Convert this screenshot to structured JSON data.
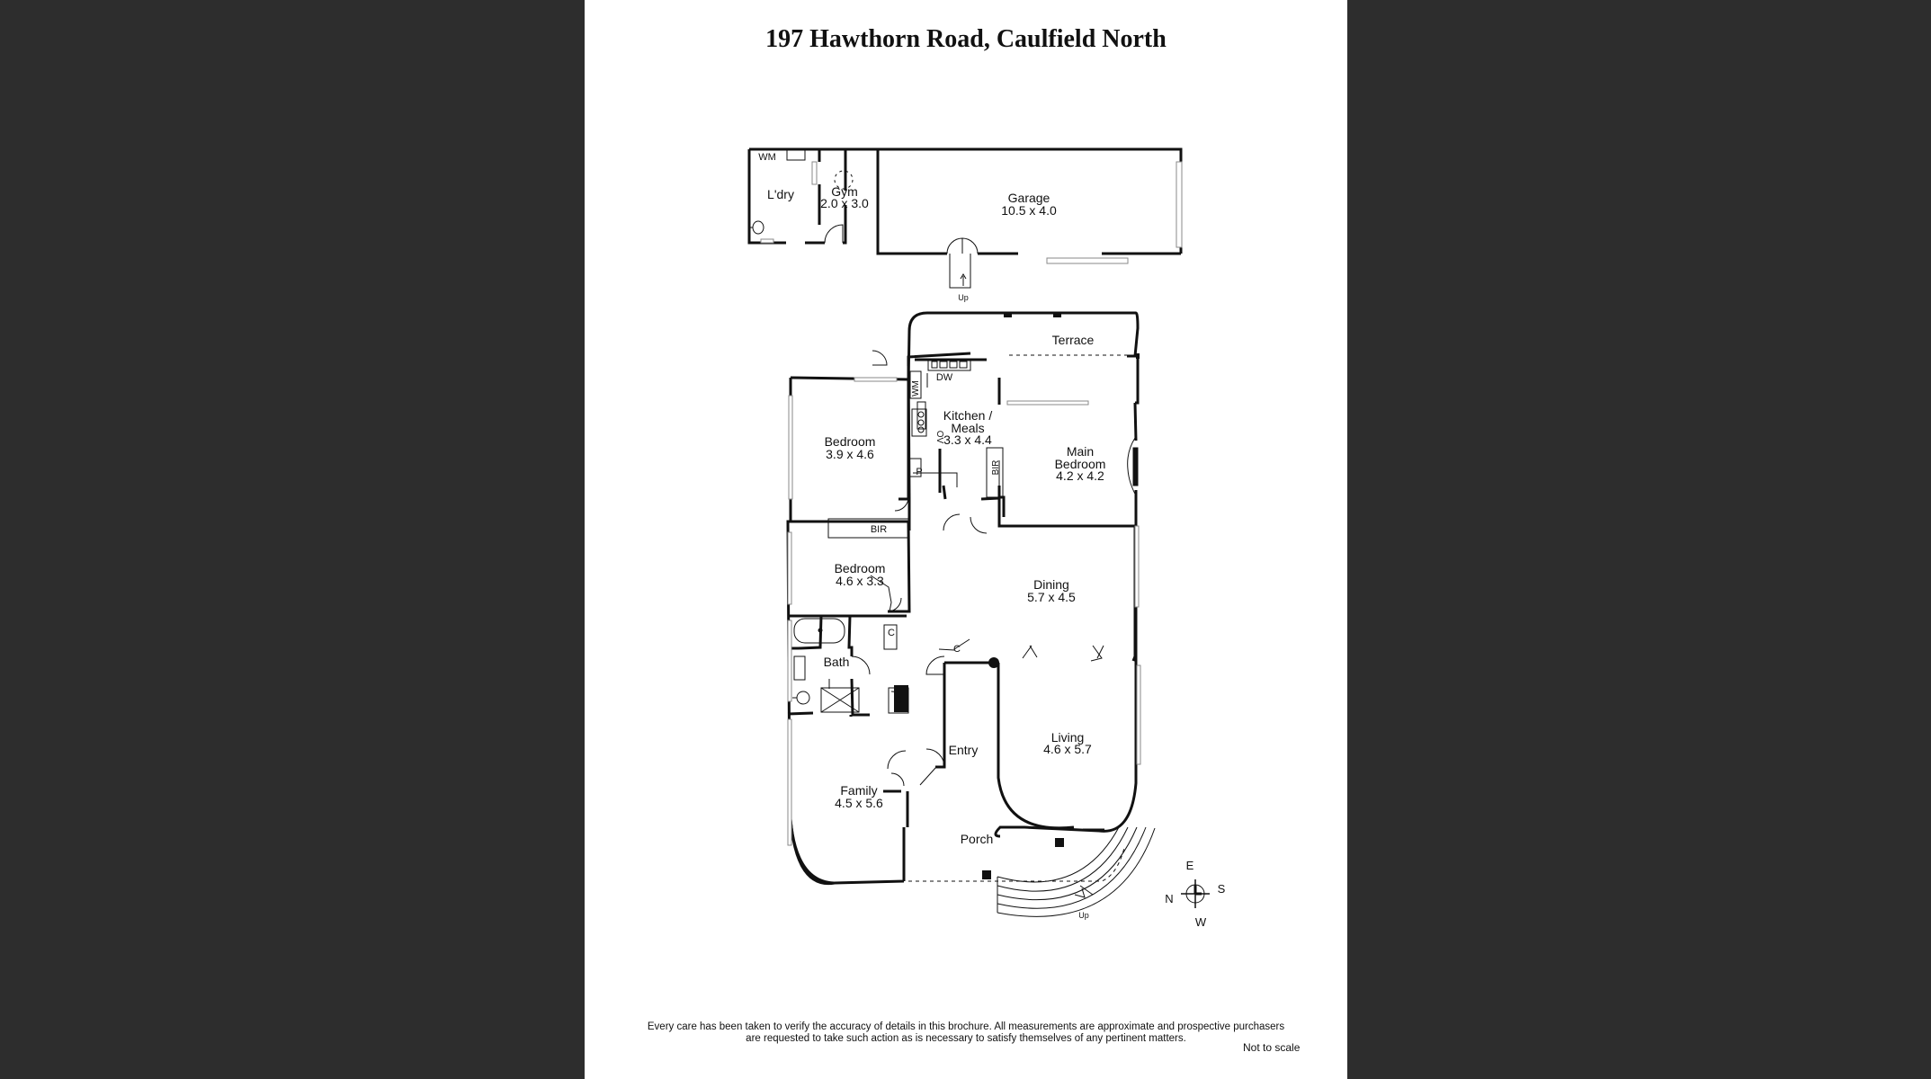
{
  "title": "197 Hawthorn Road, Caulfield North",
  "disclaimer": {
    "line1": "Every care has been taken to verify the accuracy of details in this brochure.  All measurements are approximate and prospective purchasers",
    "line2": "are requested to take such action as is necessary to satisfy themselves of any pertinent matters."
  },
  "scale_note": "Not to scale",
  "rooms": {
    "laundry": {
      "name": "L'dry"
    },
    "gym": {
      "name": "Gym",
      "dims": "2.0 x 3.0"
    },
    "garage": {
      "name": "Garage",
      "dims": "10.5 x 4.0"
    },
    "terrace": {
      "name": "Terrace"
    },
    "kitchen": {
      "name1": "Kitchen /",
      "name2": "Meals",
      "dims": "3.3 x 4.4"
    },
    "bedroom1": {
      "name": "Bedroom",
      "dims": "3.9 x 4.6"
    },
    "main_bedroom": {
      "name1": "Main",
      "name2": "Bedroom",
      "dims": "4.2 x 4.2"
    },
    "bedroom2": {
      "name": "Bedroom",
      "dims": "4.6 x 3.3"
    },
    "dining": {
      "name": "Dining",
      "dims": "5.7 x 4.5"
    },
    "bath": {
      "name": "Bath"
    },
    "entry": {
      "name": "Entry"
    },
    "living": {
      "name": "Living",
      "dims": "4.6 x 5.7"
    },
    "family": {
      "name": "Family",
      "dims": "4.5 x 5.6"
    },
    "porch": {
      "name": "Porch"
    }
  },
  "fixtures": {
    "wm_laundry": "WM",
    "wm_kitchen": "WM",
    "dw": "DW",
    "ov": "OV",
    "pantry": "P",
    "bir_main": "BIR",
    "bir_bedroom": "BIR",
    "cupboard1": "C",
    "cupboard2": "C",
    "cupboard3": "C",
    "up_garage": "Up",
    "up_porch": "Up"
  },
  "compass": {
    "e": "E",
    "s": "S",
    "n": "N",
    "w": "W"
  },
  "colors": {
    "background": "#2d2d2d",
    "sheet": "#ffffff",
    "wall": "#111111",
    "window": "#9a9a9a"
  }
}
